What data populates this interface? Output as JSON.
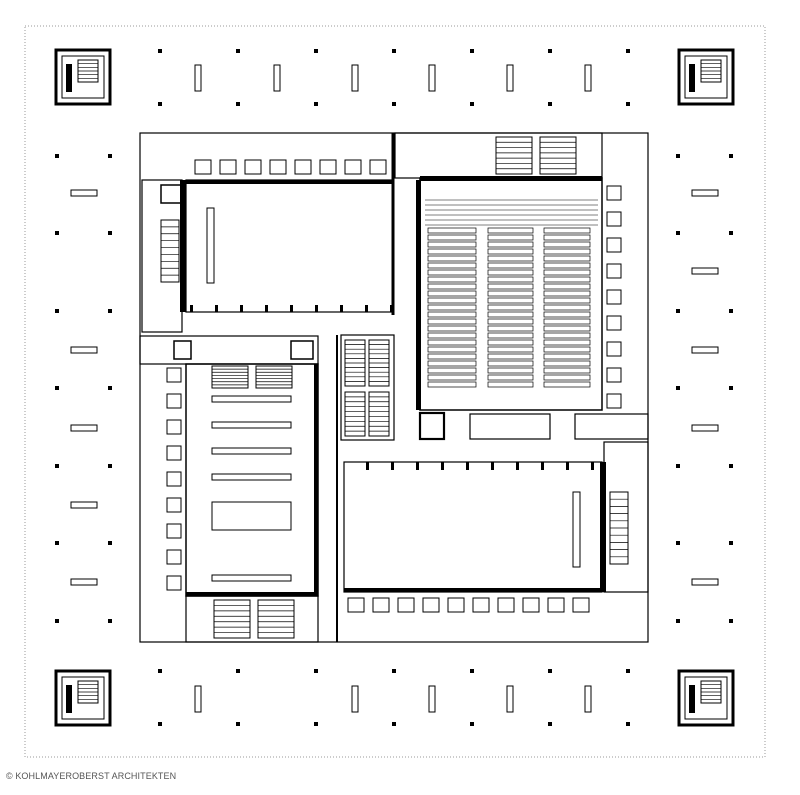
{
  "credit": "© KOHLMAYEROBERST ARCHITEKTEN",
  "colors": {
    "background": "#ffffff",
    "line": "#000000",
    "frame": "#9a9a9a",
    "credit_text": "#555555"
  },
  "drawing": {
    "type": "architectural-floor-plan",
    "spaces": [
      "auditorium-with-raked-seating",
      "hall-north-west",
      "hall-south-east",
      "hall-south-west-with-benches",
      "central-stair-core"
    ],
    "corner_stair_towers": 4,
    "perimeter_column_grid": true
  }
}
